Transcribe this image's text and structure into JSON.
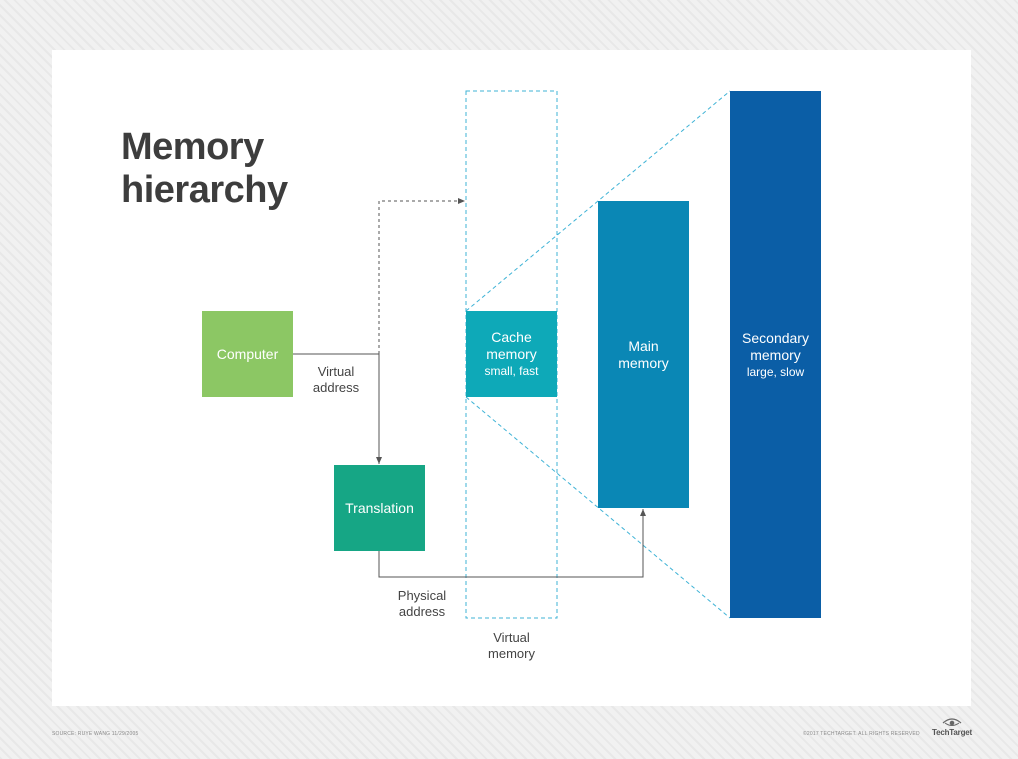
{
  "title": {
    "line1": "Memory",
    "line2": "hierarchy"
  },
  "nodes": {
    "computer": {
      "label": "Computer",
      "color": "#8cc764"
    },
    "translation": {
      "label": "Translation",
      "color": "#16a685"
    },
    "cache": {
      "line1": "Cache",
      "line2": "memory",
      "note": "small, fast",
      "color": "#0ea9b8"
    },
    "main": {
      "line1": "Main",
      "line2": "memory",
      "color": "#0a87b5"
    },
    "secondary": {
      "line1": "Secondary",
      "line2": "memory",
      "note": "large, slow",
      "color": "#0b5ea6"
    }
  },
  "labels": {
    "virtual_address": {
      "line1": "Virtual",
      "line2": "address"
    },
    "physical_address": {
      "line1": "Physical",
      "line2": "address"
    },
    "virtual_memory": {
      "line1": "Virtual",
      "line2": "memory"
    }
  },
  "footer": {
    "source": "SOURCE: RUYE WANG 11/29/2005",
    "copyright": "©2017 TECHTARGET. ALL RIGHTS RESERVED",
    "logo_text": "TechTarget"
  }
}
